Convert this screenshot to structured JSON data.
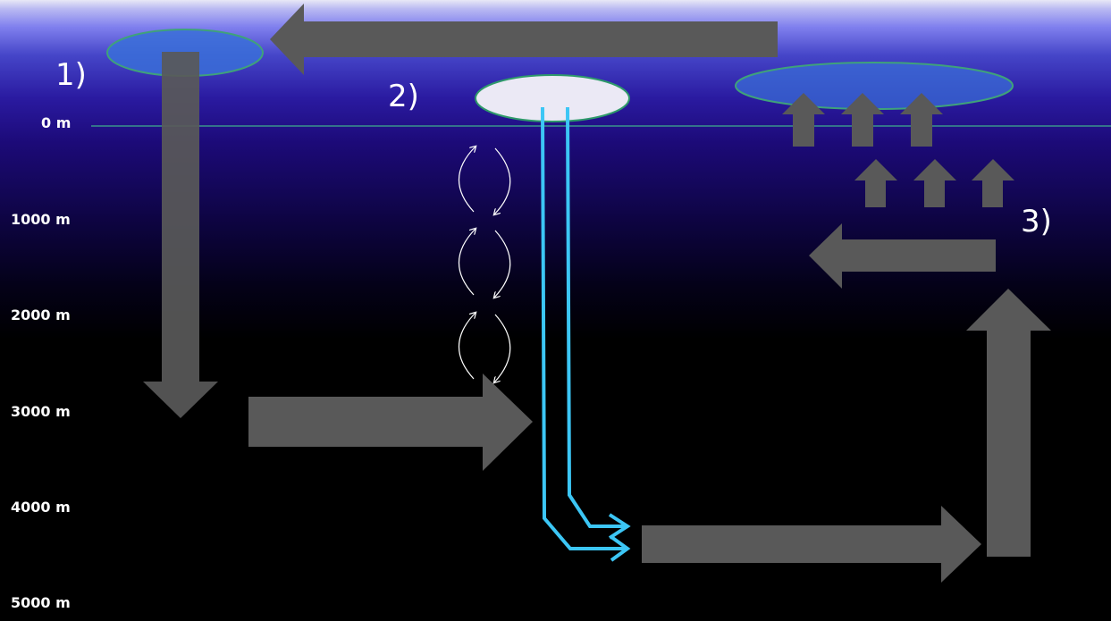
{
  "depth_axis": {
    "labels": [
      "0 m",
      "1000 m",
      "2000 m",
      "3000 m",
      "4000 m",
      "5000 m"
    ]
  },
  "markers": {
    "m1": "1)",
    "m2": "2)",
    "m3": "3)"
  },
  "colors": {
    "arrow": "#595959",
    "surface_line": "#3fae8c",
    "patch_fill": "#3a6fd8",
    "patch_stroke": "#3fa27a",
    "ice_fill": "#ebe9f5",
    "ice_stroke": "#2e9a6a",
    "cold_flow": "#3cc6f5",
    "mixing_arrows": "#ffffff"
  }
}
